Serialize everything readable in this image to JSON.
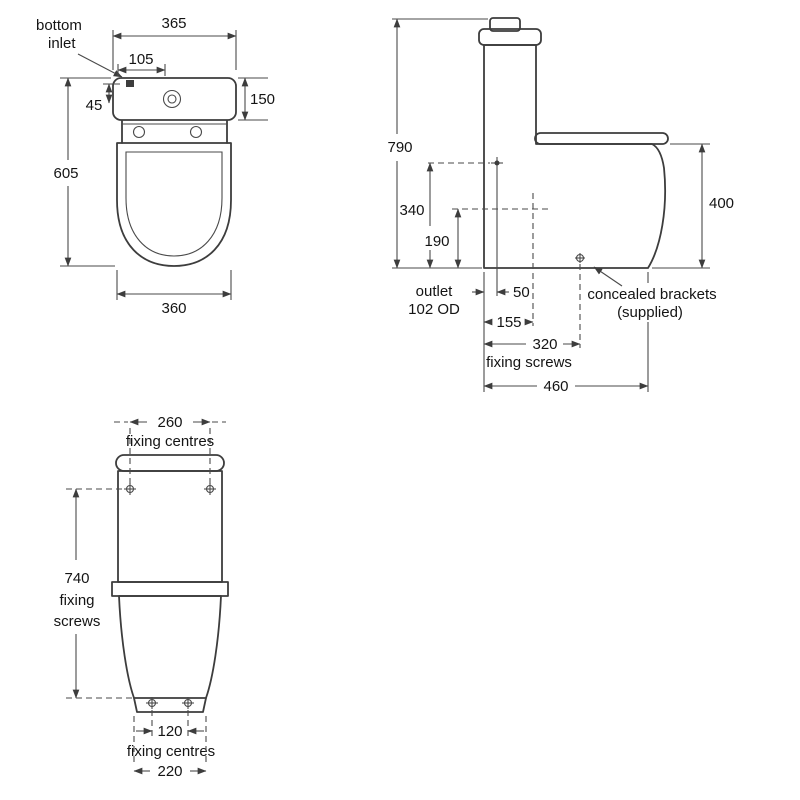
{
  "colors": {
    "line": "#3d3d3d",
    "text": "#141414",
    "background": "#ffffff"
  },
  "plan_view": {
    "inlet_label_line1": "bottom",
    "inlet_label_line2": "inlet",
    "dim_cistern_width": "365",
    "dim_inlet_offset": "105",
    "dim_inlet_drop": "45",
    "dim_cistern_depth": "150",
    "dim_overall_length": "605",
    "dim_pan_width": "360"
  },
  "side_view": {
    "dim_overall_height": "790",
    "dim_inlet_height": "340",
    "dim_outlet_height": "190",
    "dim_seat_height": "400",
    "outlet_label_line1": "outlet",
    "outlet_label_line2": "102 OD",
    "dim_inlet_setback": "50",
    "dim_outlet_setback": "155",
    "dim_fixing_setback": "320",
    "fixing_screws_label": "fixing screws",
    "dim_projection": "460",
    "brackets_label_line1": "concealed brackets",
    "brackets_label_line2": "(supplied)"
  },
  "front_view": {
    "dim_fixing_centres_top": "260",
    "fixing_centres_top_label": "fixing centres",
    "dim_fixing_height": "740",
    "fixing_screws_label_line1": "fixing",
    "fixing_screws_label_line2": "screws",
    "dim_fixing_centres_bottom": "120",
    "fixing_centres_bottom_label": "fixing centres",
    "dim_base_width": "220"
  }
}
